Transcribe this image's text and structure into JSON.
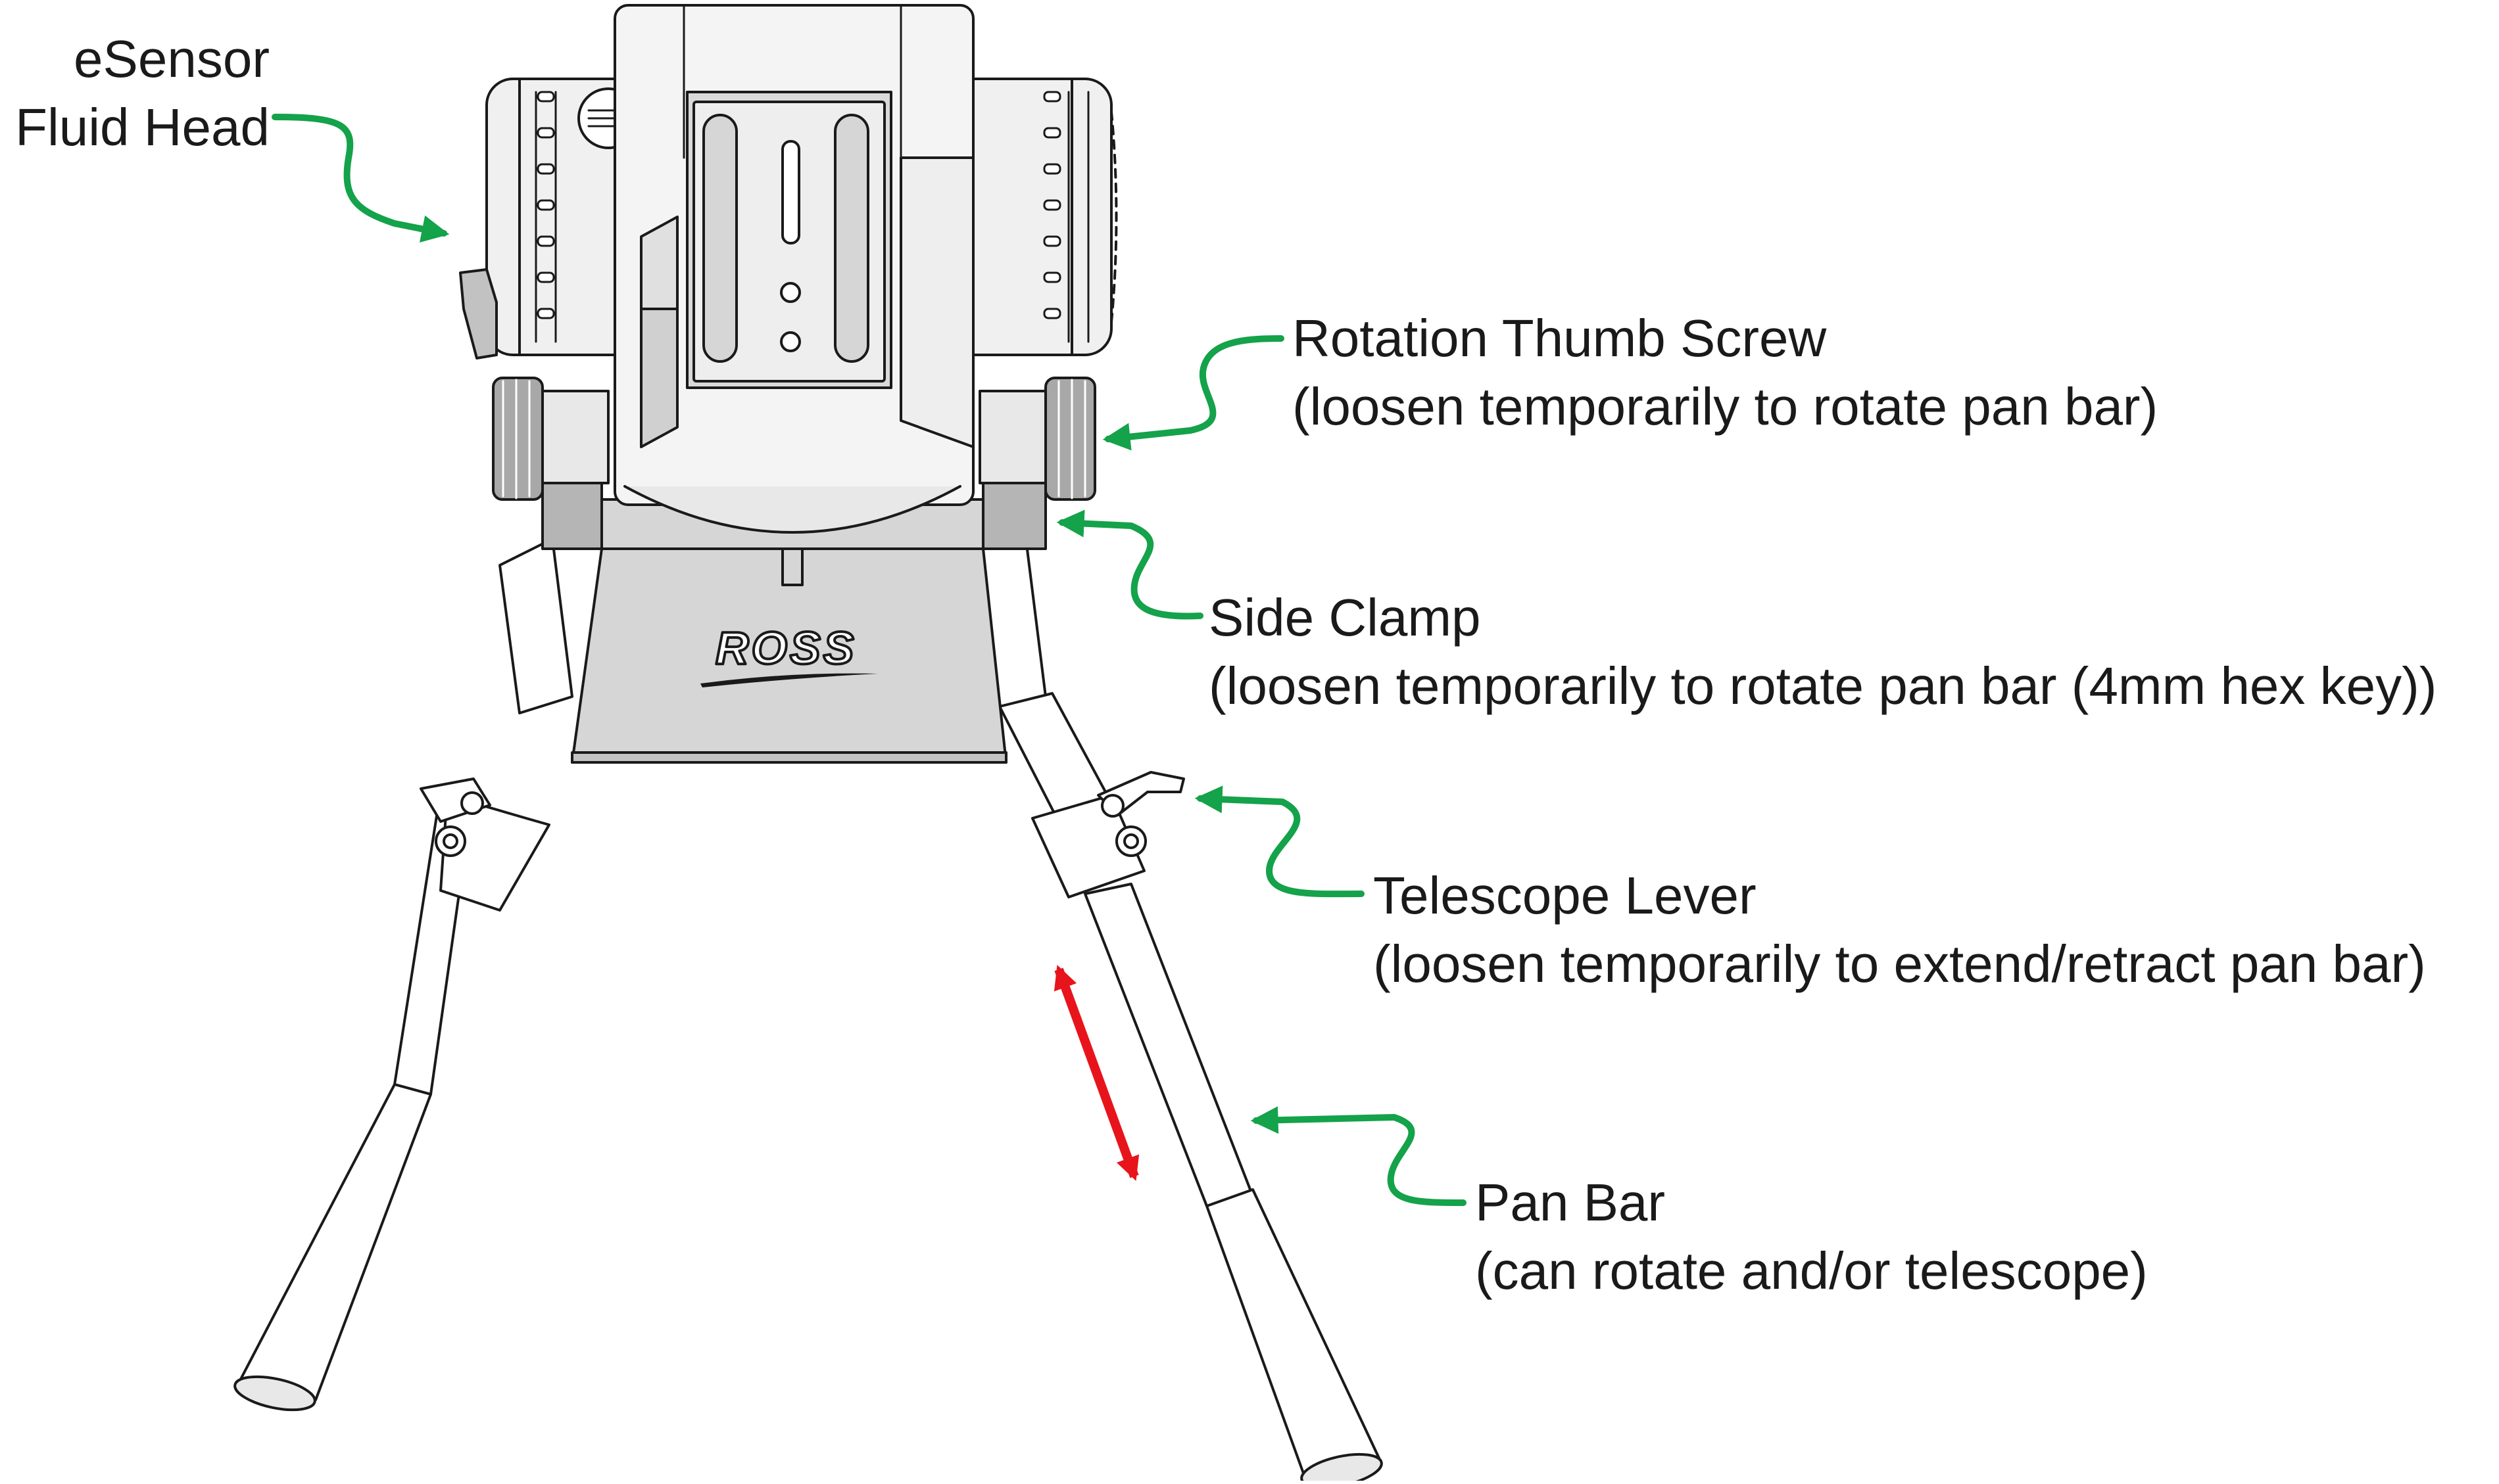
{
  "callouts": {
    "fluid_head": {
      "line1": "eSensor",
      "line2": "Fluid Head"
    },
    "thumb_screw": {
      "line1": "Rotation Thumb Screw",
      "line2": "(loosen temporarily to rotate pan bar)"
    },
    "side_clamp": {
      "line1": "Side Clamp",
      "line2": "(loosen temporarily to rotate pan bar (4mm hex key))"
    },
    "telescope_lever": {
      "line1": "Telescope Lever",
      "line2": "(loosen temporarily to extend/retract pan bar)"
    },
    "pan_bar": {
      "line1": "Pan Bar",
      "line2": "(can rotate and/or telescope)"
    }
  },
  "logo_text": "ROSS",
  "colors": {
    "callout_arrow": "#14a24a",
    "motion_arrow": "#e8141c",
    "outline": "#1a1a1a",
    "fill_light": "#f4f4f4",
    "fill_mid": "#d6d6d6",
    "fill_dark": "#b5b5b5"
  }
}
